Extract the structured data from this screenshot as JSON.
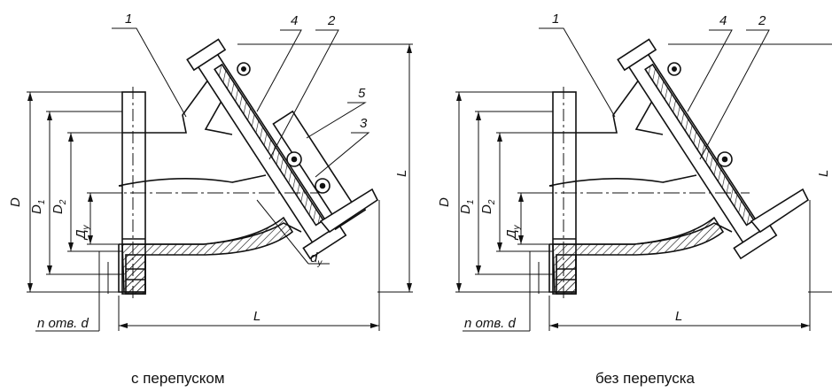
{
  "figure_left": {
    "caption": "с перепуском",
    "callouts": [
      "1",
      "4",
      "2",
      "5",
      "3"
    ],
    "dims": {
      "D": "D",
      "D1": "D",
      "D1_sub": "1",
      "D2": "D",
      "D2_sub": "2",
      "Dy": "Д",
      "Dy_sub": "у",
      "dy": "d",
      "dy_sub": "у",
      "L_height": "L",
      "L_length": "L",
      "holes": "n отв. d"
    }
  },
  "figure_right": {
    "caption": "без перепуска",
    "callouts": [
      "1",
      "4",
      "2"
    ],
    "dims": {
      "D": "D",
      "D1": "D",
      "D1_sub": "1",
      "D2": "D",
      "D2_sub": "2",
      "Dy": "Д",
      "Dy_sub": "у",
      "L_height": "L",
      "L_length": "L",
      "holes": "n отв. d"
    }
  }
}
